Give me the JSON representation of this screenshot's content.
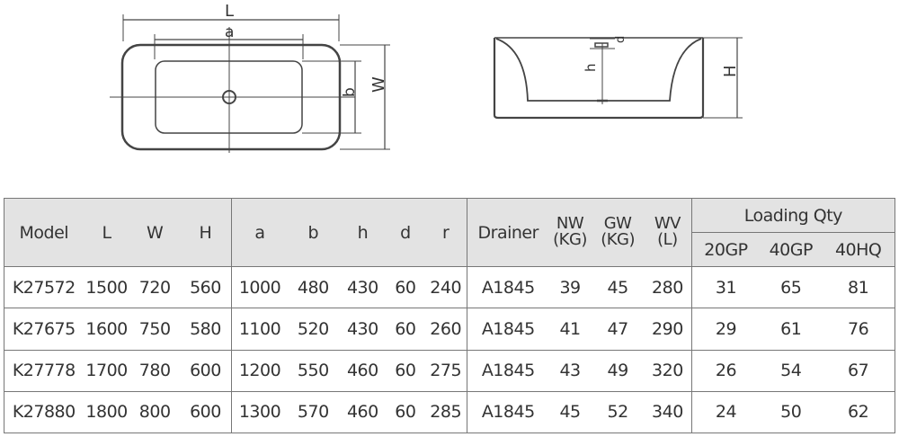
{
  "dimensions": {
    "L": "L",
    "a": "a",
    "b": "b",
    "W": "W",
    "h": "h",
    "d": "d",
    "H": "H"
  },
  "headers": {
    "model": "Model",
    "L": "L",
    "W": "W",
    "H": "H",
    "a": "a",
    "b": "b",
    "h": "h",
    "d": "d",
    "r": "r",
    "drainer": "Drainer",
    "nw_1": "NW",
    "nw_2": "(KG)",
    "gw_1": "GW",
    "gw_2": "(KG)",
    "wv_1": "WV",
    "wv_2": "(L)",
    "loading": "Loading Qty",
    "gp20": "20GP",
    "gp40": "40GP",
    "hq40": "40HQ"
  },
  "rows": [
    {
      "model": "K27572",
      "L": "1500",
      "W": "720",
      "H": "560",
      "a": "1000",
      "b": "480",
      "h": "430",
      "d": "60",
      "r": "240",
      "drainer": "A1845",
      "nw": "39",
      "gw": "45",
      "wv": "280",
      "gp20": "31",
      "gp40": "65",
      "hq40": "81"
    },
    {
      "model": "K27675",
      "L": "1600",
      "W": "750",
      "H": "580",
      "a": "1100",
      "b": "520",
      "h": "430",
      "d": "60",
      "r": "260",
      "drainer": "A1845",
      "nw": "41",
      "gw": "47",
      "wv": "290",
      "gp20": "29",
      "gp40": "61",
      "hq40": "76"
    },
    {
      "model": "K27778",
      "L": "1700",
      "W": "780",
      "H": "600",
      "a": "1200",
      "b": "550",
      "h": "460",
      "d": "60",
      "r": "275",
      "drainer": "A1845",
      "nw": "43",
      "gw": "49",
      "wv": "320",
      "gp20": "26",
      "gp40": "54",
      "hq40": "67"
    },
    {
      "model": "K27880",
      "L": "1800",
      "W": "800",
      "H": "600",
      "a": "1300",
      "b": "570",
      "h": "460",
      "d": "60",
      "r": "285",
      "drainer": "A1845",
      "nw": "45",
      "gw": "52",
      "wv": "340",
      "gp20": "24",
      "gp40": "50",
      "hq40": "62"
    }
  ]
}
